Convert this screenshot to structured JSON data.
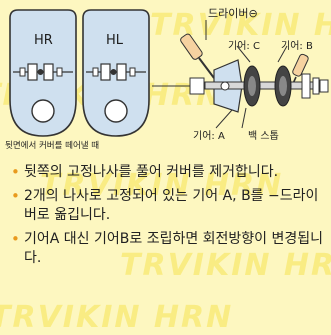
{
  "watermark": "TRVIKIN HRN",
  "diagram": {
    "cover_left_label": "HR",
    "cover_right_label": "HL",
    "caption": "뒷면에서 커버를 떼어낼 때",
    "screwdriver_label": "드라이버⊖",
    "gear_c_label": "기어: C",
    "gear_b_label": "기어: B",
    "gear_a_label": "기어: A",
    "back_stop_label": "백 스톱"
  },
  "instructions": [
    "뒷쪽의 고정나사를 풀어 커버를 제거합니다.",
    "2개의 나사로 고정되어 있는 기어 A, B를 −드라이버로 옮깁니다.",
    "기어A 대신 기어B로 조립하면 회전방향이 변경됩니다."
  ]
}
